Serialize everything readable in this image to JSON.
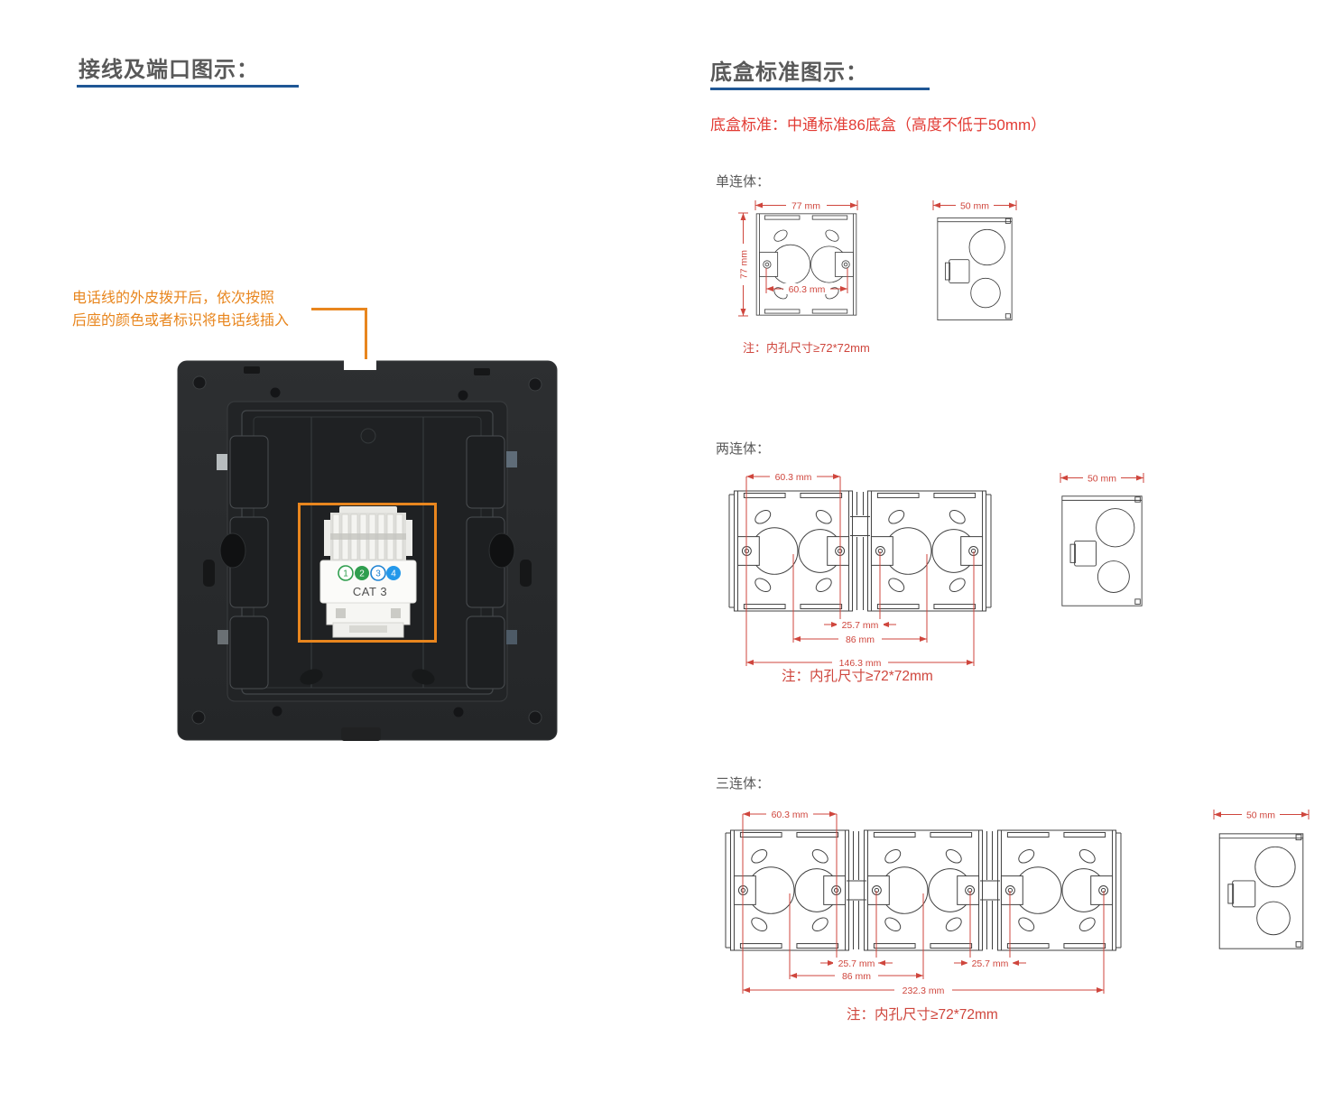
{
  "colors": {
    "heading_gray": "#595959",
    "underline_blue": "#1f5795",
    "dimension_red": "#cf463d",
    "subtitle_red": "#e23b34",
    "callout_orange": "#e8861e"
  },
  "left": {
    "title": "接线及端口图示：",
    "callout_line1": "电话线的外皮拨开后，依次按照",
    "callout_line2": "后座的颜色或者标识将电话线插入",
    "module": {
      "label": "CAT 3",
      "ports": [
        "1",
        "2",
        "3",
        "4"
      ]
    }
  },
  "right": {
    "title": "底盒标准图示：",
    "subtitle": "底盒标准：中通标准86底盒（高度不低于50mm）",
    "sections": [
      {
        "label": "单连体：",
        "note": "注：内孔尺寸≥72*72mm",
        "dims": {
          "front_width": "77 mm",
          "front_height": "77 mm",
          "hole_spacing": "60.3 mm",
          "side_width": "50 mm"
        }
      },
      {
        "label": "两连体：",
        "note": "注：内孔尺寸≥72*72mm",
        "dims": {
          "hole_spacing": "60.3 mm",
          "adjacent_holes": "25.7 mm",
          "box_centers": "86 mm",
          "total_span": "146.3 mm",
          "side_width": "50 mm"
        }
      },
      {
        "label": "三连体：",
        "note": "注：内孔尺寸≥72*72mm",
        "dims": {
          "hole_spacing": "60.3 mm",
          "adjacent_holes_1": "25.7 mm",
          "adjacent_holes_2": "25.7 mm",
          "box_centers": "86 mm",
          "total_span": "232.3 mm",
          "side_width": "50 mm"
        }
      }
    ]
  }
}
